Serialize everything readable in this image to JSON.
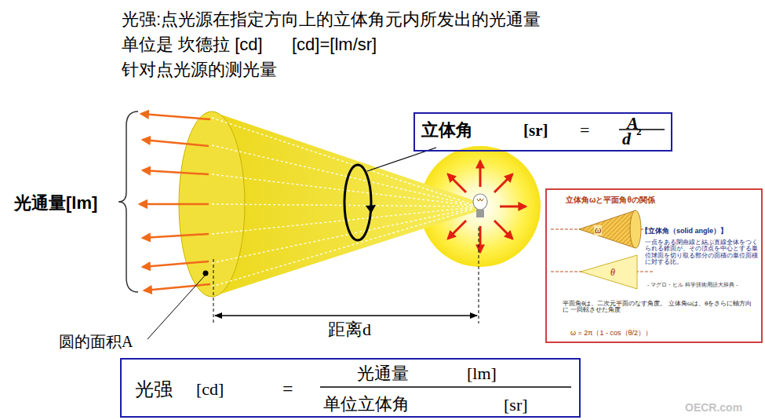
{
  "diagram": {
    "title": "光强:点光源在指定方向上的立体角元内所发出的光通量",
    "nodes": [
      {
        "text": [
          "立体角",
          "[sr]",
          "=",
          "A",
          "d",
          "2"
        ]
      },
      {
        "text": [
          "光强",
          "[cd]",
          "=",
          "光通量",
          "[lm]",
          "单位立体角",
          "[sr]"
        ]
      },
      {
        "text": [
          "立体角ωと平面角θの関係",
          "ω",
          "θ",
          "【立体角（solid angle）】",
          "一点をある閉曲線と結ぶ直線全体をつくられる錐面が、その頂点を中心とする単位球面を切り取る部分の面積の単位面積に対する比。",
          "- マグロ・ヒル 科学技術用語大辞典 -",
          "平面角θは、二次元平面のなす角度。 立体角ωは、θをさらに軸方向に 一回転させた角度",
          "ω = 2π（1 - cos（θ/2））"
        ]
      }
    ],
    "labels": [
      "单位是 坎德拉 [cd]",
      "[cd]=[lm/sr]",
      "针对点光源的测光量",
      "光通量[lm]",
      "距离d",
      "圆的面积A",
      "OECR.com"
    ]
  }
}
